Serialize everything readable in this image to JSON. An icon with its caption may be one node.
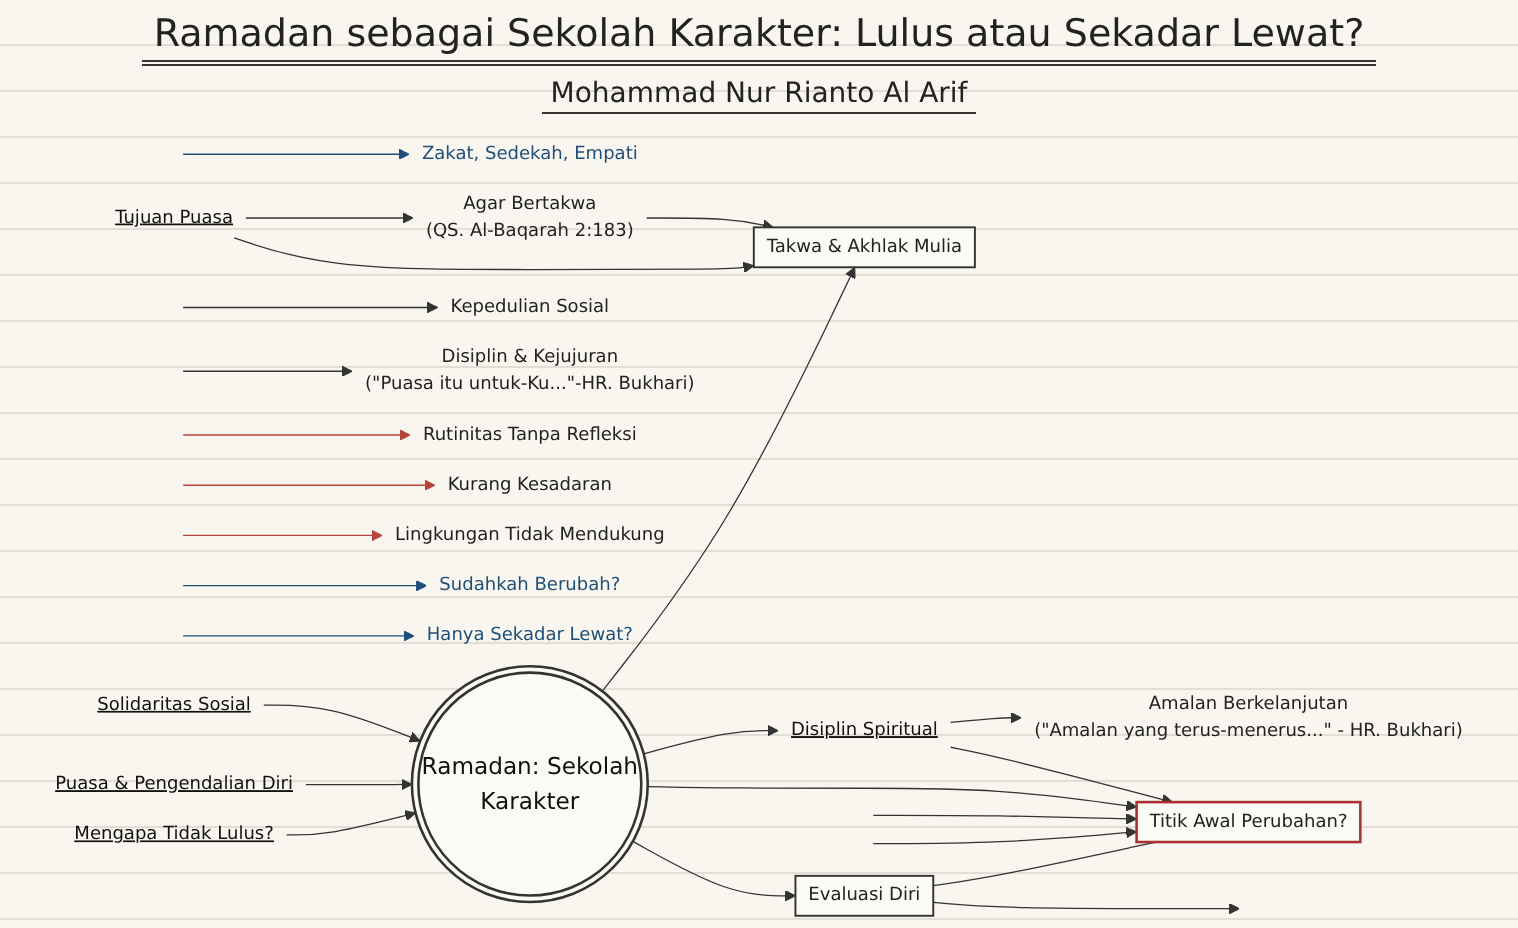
{
  "diagram": {
    "title": "Ramadan sebagai Sekolah Karakter: Lulus atau Sekadar Lewat?",
    "nodes": [
      {
        "text": [
          "Tujuan Puasa"
        ]
      },
      {
        "text": [
          "Agar Bertakwa",
          "(QS. Al-Baqarah 2:183)"
        ]
      },
      {
        "text": [
          "Takwa & Akhlak Mulia"
        ]
      },
      {
        "text": [
          "Solidaritas Sosial"
        ]
      },
      {
        "text": [
          "Zakat, Sedekah, Empati"
        ]
      },
      {
        "text": [
          "Kepedulian Sosial"
        ]
      },
      {
        "text": [
          "Puasa & Pengendalian Diri"
        ]
      },
      {
        "text": [
          "Disiplin & Kejujuran",
          "(\"Puasa itu untuk-Ku...\"-HR. Bukhari)"
        ]
      },
      {
        "text": [
          "Ramadan: Sekolah Karakter"
        ]
      },
      {
        "text": [
          "Mengapa Tidak Lulus?"
        ]
      },
      {
        "text": [
          "Rutinitas Tanpa Refleksi"
        ]
      },
      {
        "text": [
          "Kurang Kesadaran"
        ]
      },
      {
        "text": [
          "Lingkungan Tidak Mendukung"
        ]
      },
      {
        "text": [
          "Disiplin Spiritual"
        ]
      },
      {
        "text": [
          "Amalan Berkelanjutan",
          "(\"Amalan yang terus-menerus...\" - HR. Bukhari)"
        ]
      },
      {
        "text": [
          "Evaluasi Diri"
        ]
      },
      {
        "text": [
          "Titik Awal Perubahan?"
        ]
      },
      {
        "text": [
          "Sudahkah Berubah?"
        ]
      },
      {
        "text": [
          "Hanya Sekadar Lewat?"
        ]
      }
    ],
    "edges": [
      {
        "from": 0,
        "to": 1,
        "arrow": "to"
      },
      {
        "from": 0,
        "to": 2,
        "arrow": "to"
      },
      {
        "from": 1,
        "to": 2,
        "arrow": "to"
      },
      {
        "from": 3,
        "to": 8,
        "arrow": "to"
      },
      {
        "from": null,
        "to": 4,
        "arrow": "to",
        "color": "#1f4e79"
      },
      {
        "from": null,
        "to": 5,
        "arrow": "to"
      },
      {
        "from": 8,
        "to": 2,
        "arrow": "to"
      },
      {
        "from": 6,
        "to": 8,
        "arrow": "to"
      },
      {
        "from": null,
        "to": 7,
        "arrow": "to"
      },
      {
        "from": 9,
        "to": 8,
        "arrow": "to"
      },
      {
        "from": null,
        "to": 10,
        "arrow": "to",
        "color": "#b5453c"
      },
      {
        "from": null,
        "to": 11,
        "arrow": "to",
        "color": "#b5453c"
      },
      {
        "from": null,
        "to": 12,
        "arrow": "to",
        "color": "#b5453c"
      },
      {
        "from": 8,
        "to": 13,
        "arrow": "to"
      },
      {
        "from": 13,
        "to": 14,
        "arrow": "to"
      },
      {
        "from": 13,
        "to": 16,
        "arrow": "to"
      },
      {
        "from": 8,
        "to": 16,
        "arrow": "to"
      },
      {
        "from": 8,
        "to": 15,
        "arrow": "to"
      },
      {
        "from": 15,
        "to": 16,
        "arrow": "none"
      },
      {
        "from": 15,
        "to": null,
        "arrow": "to"
      },
      {
        "from": null,
        "to": 17,
        "arrow": "to",
        "color": "#1f4e79"
      },
      {
        "from": null,
        "to": 18,
        "arrow": "to",
        "color": "#1f4e79"
      },
      {
        "from": null,
        "to": 16,
        "arrow": "to"
      },
      {
        "from": null,
        "to": 16,
        "arrow": "to"
      }
    ],
    "labels": [
      "Mohammad Nur Rianto Al Arif"
    ]
  }
}
